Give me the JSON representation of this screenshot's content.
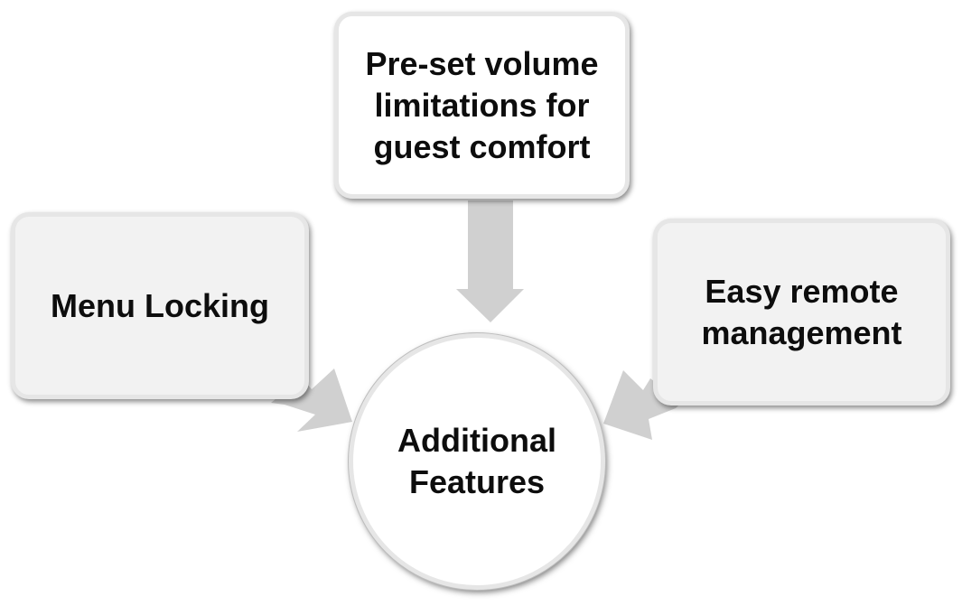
{
  "diagram": {
    "center": {
      "label": "Additional\nFeatures"
    },
    "features": [
      {
        "id": "top",
        "label": "Pre-set volume\nlimitations for\nguest comfort"
      },
      {
        "id": "left",
        "label": "Menu Locking"
      },
      {
        "id": "right",
        "label": "Easy remote\nmanagement"
      }
    ],
    "colors": {
      "arrow": "#d0d0d0",
      "box_fill": "#f2f2f2",
      "box_border": "#e6e6e6",
      "text": "#0d0d0d"
    }
  }
}
